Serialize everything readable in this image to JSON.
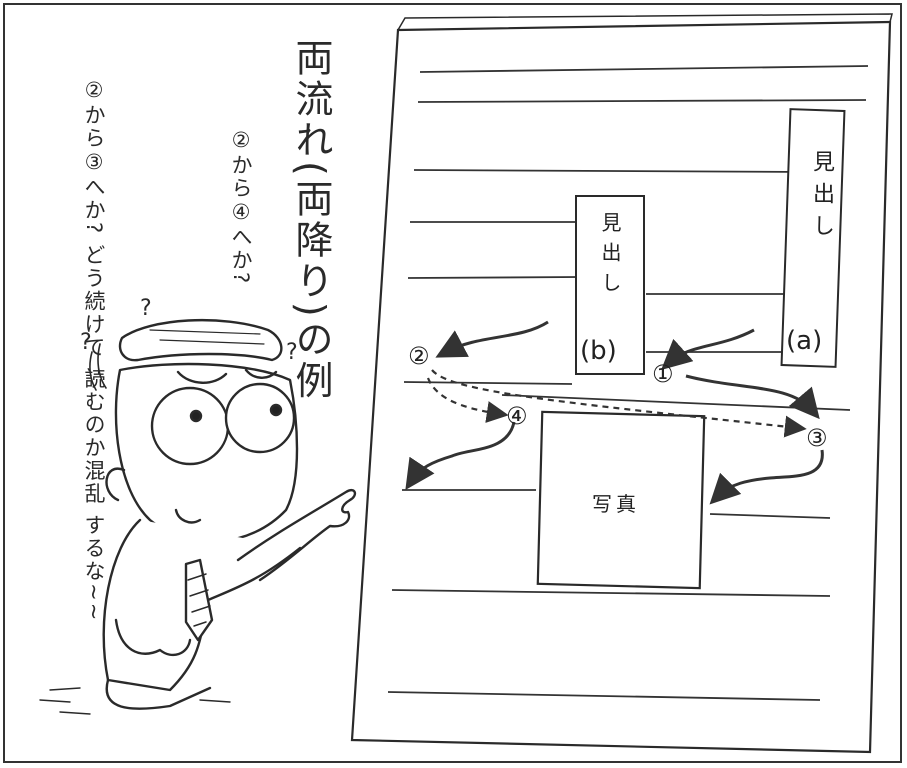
{
  "diagram": {
    "title": "両流れ(両降り)の例",
    "question_1": "②から④へか?",
    "question_2": "②から③へか? どう続けて 読むのか混乱 するな~~",
    "question_marks": [
      "?",
      "?",
      "?"
    ],
    "headline_a": {
      "text": "見出し",
      "tag": "(a)"
    },
    "headline_b": {
      "text": "見出し",
      "tag": "(b)"
    },
    "photo_label": "写真",
    "step_markers": [
      "①",
      "②",
      "③",
      "④"
    ]
  }
}
